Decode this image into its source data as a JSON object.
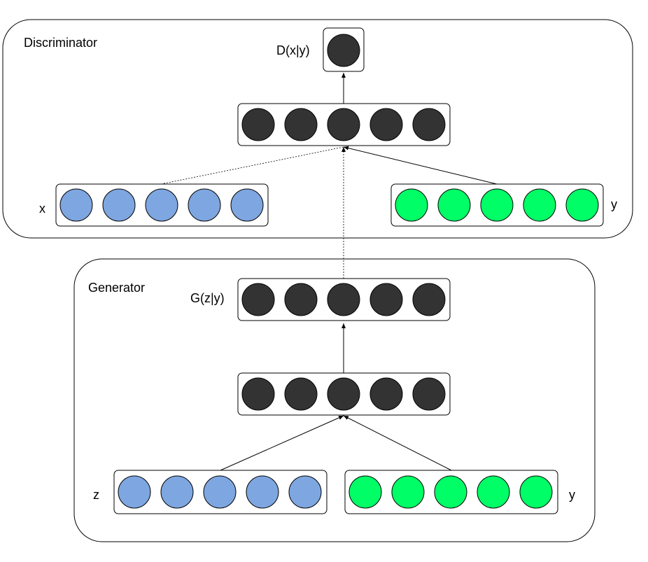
{
  "colors": {
    "dark_node": "#333333",
    "x_node": "#7ea6e0",
    "y_node": "#00ff66",
    "z_node": "#7ea6e0",
    "outline": "#000000"
  },
  "discriminator": {
    "title": "Discriminator",
    "output_label": "D(x|y)",
    "hidden_nodes": 5,
    "input_x_label": "x",
    "input_x_nodes": 5,
    "input_y_label": "y",
    "input_y_nodes": 5
  },
  "generator": {
    "title": "Generator",
    "output_label": "G(z|y)",
    "output_nodes": 5,
    "hidden_nodes": 5,
    "input_z_label": "z",
    "input_z_nodes": 5,
    "input_y_label": "y",
    "input_y_nodes": 5
  }
}
